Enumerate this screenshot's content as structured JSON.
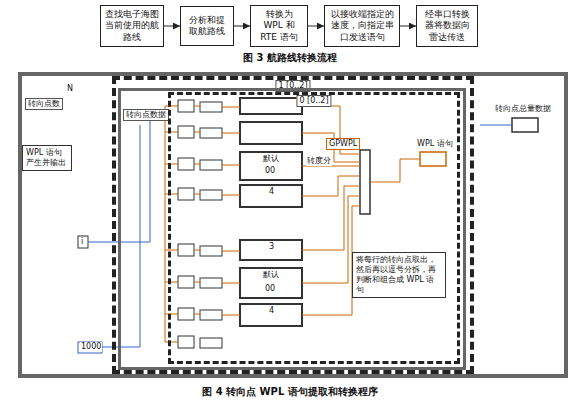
{
  "diagram": {
    "caption": "图 4 转向点 WPL 语句提取和转换程序",
    "nodes": [
      {
        "text": [
          "查找电子海图当前使用的航路线"
        ]
      },
      {
        "text": [
          "分析和提取航路线"
        ]
      },
      {
        "text": [
          "转换为 WPL 和 RTE 语句"
        ]
      },
      {
        "text": [
          "以接收端指定的速度，向指定串口发送语句"
        ]
      },
      {
        "text": [
          "经串口转换器将数据向雷达传送"
        ]
      },
      {
        "text": [
          "转向点数"
        ]
      },
      {
        "text": [
          "WPL 语句产生并输出"
        ],
        "in": 5
      },
      {
        "text": [
          "1 [0..2]"
        ],
        "in": 5
      },
      {
        "text": [
          "转向点数据"
        ],
        "in": 7
      },
      {
        "text": [
          "0 [0..2]"
        ],
        "in": 8
      },
      {
        "text": [
          "GPWPL"
        ],
        "in": 9
      },
      {
        "text": [
          "将每行的转向点取出，然后再以逗号分拆，再判断和组合成 WPL 语句"
        ],
        "in": 9
      }
    ],
    "edges": [
      {
        "from": 0,
        "to": 1,
        "arrow": "to"
      },
      {
        "from": 1,
        "to": 2,
        "arrow": "to"
      },
      {
        "from": 2,
        "to": 3,
        "arrow": "to"
      },
      {
        "from": 3,
        "to": 4,
        "arrow": "to"
      }
    ],
    "labels": [
      "图 3 航路线转换流程",
      "N",
      "i",
      "1000",
      "转度分",
      "WPL 语句",
      "默认",
      "00",
      "4",
      "3",
      "默认",
      "00",
      "4",
      "转向点总量数据"
    ]
  }
}
